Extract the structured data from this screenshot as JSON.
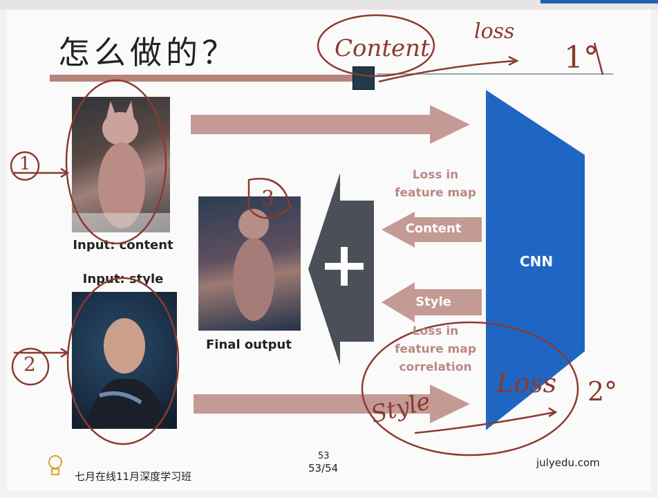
{
  "slide": {
    "title": "怎么做的？",
    "cnn_label": "CNN",
    "input_content_caption": "Input: content",
    "input_style_caption": "Input: style",
    "final_output_caption": "Final output",
    "loss_feature_map": "Loss in\nfeature map",
    "content_arrow_label": "Content",
    "style_arrow_label": "Style",
    "loss_correlation": "Loss in\nfeature map\ncorrelation",
    "plus_sign": "+"
  },
  "annotations": {
    "content_note": "Content",
    "loss_top": "loss",
    "one_degree": "1°",
    "loss_bottom": "Loss",
    "style_note": "Style",
    "two_degree": "2°",
    "circle_1": "1",
    "circle_2": "2",
    "circle_3": "3"
  },
  "footer": {
    "course": "七月在线11月深度学习班",
    "page_top": "53",
    "page": "53/54",
    "site": "julyedu.com"
  },
  "colors": {
    "cnn_blue": "#1f66c4",
    "arrow_pink": "#c49a95",
    "plus_dark": "#4b4f58",
    "ink_brown": "#8b3a2f"
  }
}
